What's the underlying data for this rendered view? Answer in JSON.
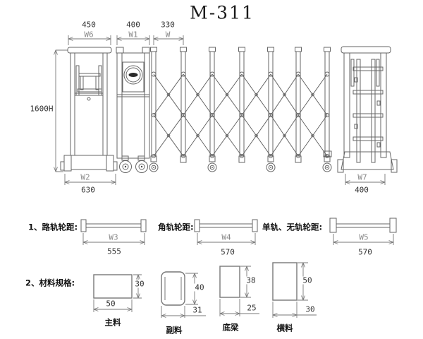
{
  "title": "M-311",
  "colors": {
    "line": "#666666",
    "dim_line": "#777777",
    "number_text": "#333333",
    "code_text": "#888888",
    "label_text": "#111111",
    "background": "#ffffff"
  },
  "drawing": {
    "dim_left_post": {
      "number": "450",
      "code": "W6"
    },
    "dim_motor_post": {
      "number": "400",
      "code": "W1"
    },
    "dim_segment": {
      "number": "330",
      "code": "W"
    },
    "dim_height": "1600H",
    "dim_base": {
      "code": "W2",
      "number": "630"
    },
    "dim_end_post": {
      "code": "W7",
      "number": "400"
    }
  },
  "wheelbase_row": {
    "item1": {
      "label": "1、路轨轮距:",
      "code": "W3",
      "number": "555"
    },
    "item2": {
      "label": "角轨轮距:",
      "code": "W4",
      "number": "570"
    },
    "item3": {
      "label": "单轨、无轨轮距:",
      "code": "W5",
      "number": "570"
    }
  },
  "materials_row": {
    "label": "2、材料规格:",
    "items": [
      {
        "name": "主料",
        "w": "50",
        "h": "30"
      },
      {
        "name": "副料",
        "w": "31",
        "h": "40"
      },
      {
        "name": "底梁",
        "w": "25",
        "h": "38"
      },
      {
        "name": "横料",
        "w": "30",
        "h": "50"
      }
    ]
  }
}
